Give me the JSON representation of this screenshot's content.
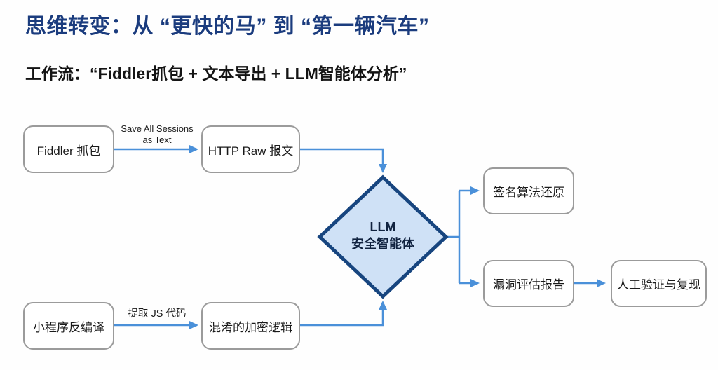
{
  "slide": {
    "title": "思维转变：从 “更快的马” 到 “第一辆汽车”",
    "subtitle": "工作流：“Fiddler抓包 + 文本导出 + LLM智能体分析”"
  },
  "flowchart": {
    "nodes": {
      "fiddler_capture": "Fiddler 抓包",
      "http_raw": "HTTP Raw 报文",
      "miniapp_decompile": "小程序反编译",
      "obfuscated_logic": "混淆的加密逻辑",
      "llm_agent_line1": "LLM",
      "llm_agent_line2": "安全智能体",
      "signature_restore": "签名算法还原",
      "vuln_report": "漏洞评估报告",
      "manual_verify": "人工验证与复现"
    },
    "edge_labels": {
      "save_sessions_line1": "Save All Sessions",
      "save_sessions_line2": "as Text",
      "extract_js": "提取 JS 代码"
    },
    "colors": {
      "title_text": "#1b3c7e",
      "arrow": "#4a90d9",
      "diamond_fill": "#cfe1f6",
      "diamond_border": "#17457f",
      "box_border": "#9b9b9b"
    }
  }
}
